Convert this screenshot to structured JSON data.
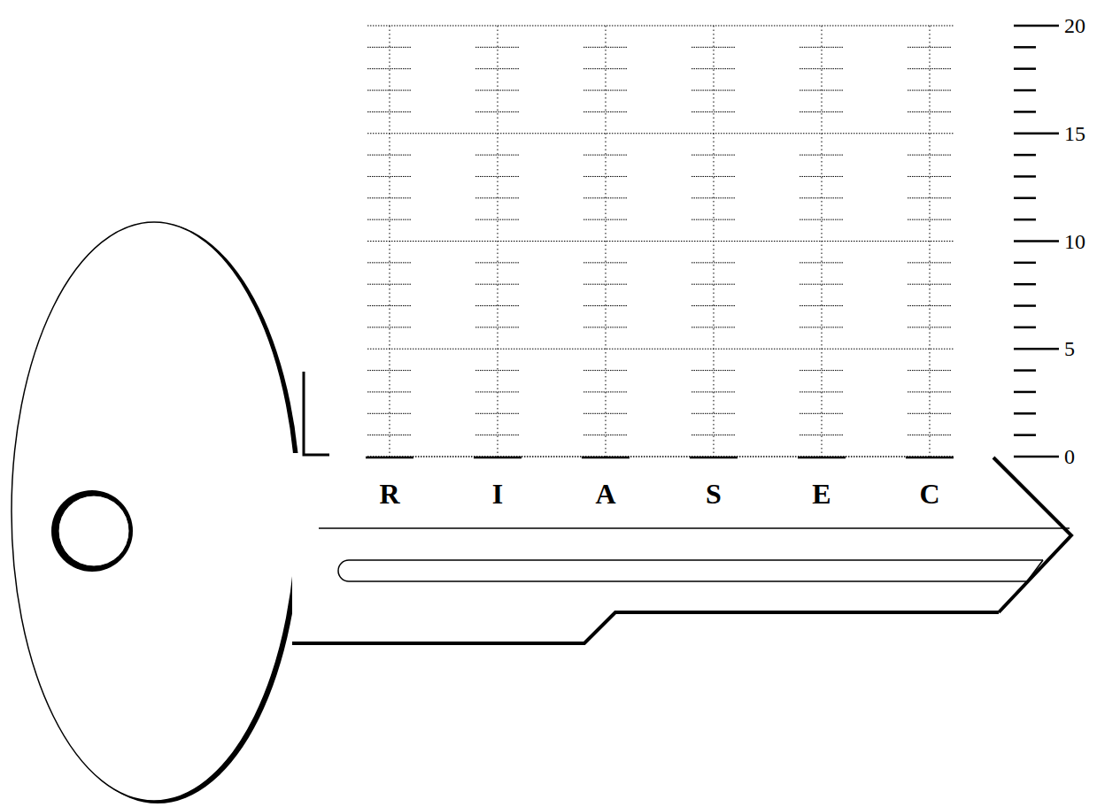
{
  "diagram": {
    "labels": [
      "R",
      "I",
      "A",
      "S",
      "E",
      "C",
      "20",
      "15",
      "10",
      "5",
      "0"
    ]
  }
}
